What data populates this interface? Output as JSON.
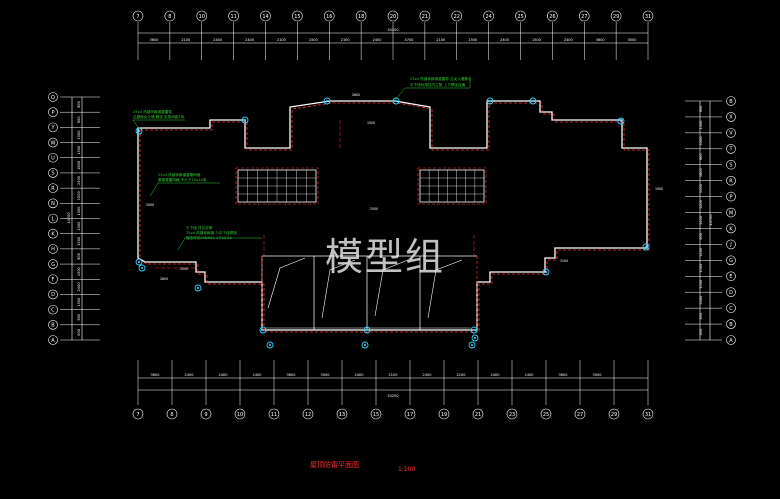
{
  "drawing": {
    "title": "屋顶防雷平面图",
    "scale": "1:100",
    "watermark": "模型组"
  },
  "axes": {
    "top": [
      "7",
      "8",
      "10",
      "11",
      "14",
      "15",
      "16",
      "18",
      "20",
      "21",
      "22",
      "24",
      "25",
      "26",
      "27",
      "29",
      "31"
    ],
    "bottom": [
      "7",
      "8",
      "9",
      "10",
      "11",
      "12",
      "13",
      "15",
      "17",
      "19",
      "21",
      "23",
      "25",
      "27",
      "29",
      "31"
    ],
    "left": [
      "Q",
      "P",
      "Y",
      "W",
      "U",
      "S",
      "R",
      "N",
      "L",
      "K",
      "H",
      "G",
      "F",
      "D",
      "C",
      "B",
      "A"
    ],
    "right": [
      "B",
      "X",
      "V",
      "T",
      "S",
      "R",
      "P",
      "M",
      "K",
      "J",
      "G",
      "E",
      "D",
      "C",
      "B",
      "A"
    ]
  },
  "dimensions": {
    "top_segments": [
      "3600",
      "2100",
      "2400",
      "2400",
      "2100",
      "1500",
      "2100",
      "2400",
      "4700",
      "2100",
      "1500",
      "2400",
      "1500",
      "2400",
      "3600",
      "3000"
    ],
    "top_total": "34200",
    "bottom_segments": [
      "3600",
      "2400",
      "2400",
      "2400",
      "3600",
      "3000",
      "2400",
      "2100",
      "2400",
      "2100",
      "2400",
      "2400",
      "3600",
      "3000"
    ],
    "bottom_total": "34200",
    "left_segments": [
      "900",
      "600",
      "1500",
      "1500",
      "1800",
      "2400",
      "1500",
      "1500",
      "2400",
      "1500",
      "900",
      "1500",
      "2400",
      "1500",
      "900",
      "600"
    ],
    "left_total": "14700",
    "right_segments": [
      "900",
      "1500",
      "1500",
      "900",
      "1800",
      "1500",
      "1200",
      "1500",
      "900",
      "1200",
      "1500",
      "1500",
      "2400",
      "900",
      "600"
    ],
    "right_total": "14700",
    "plan_labels": [
      "2600",
      "1500",
      "2500",
      "2000",
      "1900",
      "2800",
      "3100",
      "2500"
    ]
  },
  "annotations": {
    "note_top_right": [
      "25x4 热镀锌扁钢避雷带 沿女儿墙敷设",
      "引下线利用柱内主筋 上下焊接连通"
    ],
    "note_top_left": [
      "25x4 热镀锌扁钢避雷带",
      "沿屋面女儿墙 敷设 支架间距1米"
    ],
    "note_mid_left": [
      "25x4 热镀锌扁钢避雷网格",
      "屋面避雷网格 不大于10x10米"
    ],
    "note_lower_left": [
      "引下线 详见说明",
      "25x4 热镀锌扁钢 与引下线焊接",
      "做法详见03D501-1 P22 24"
    ]
  }
}
